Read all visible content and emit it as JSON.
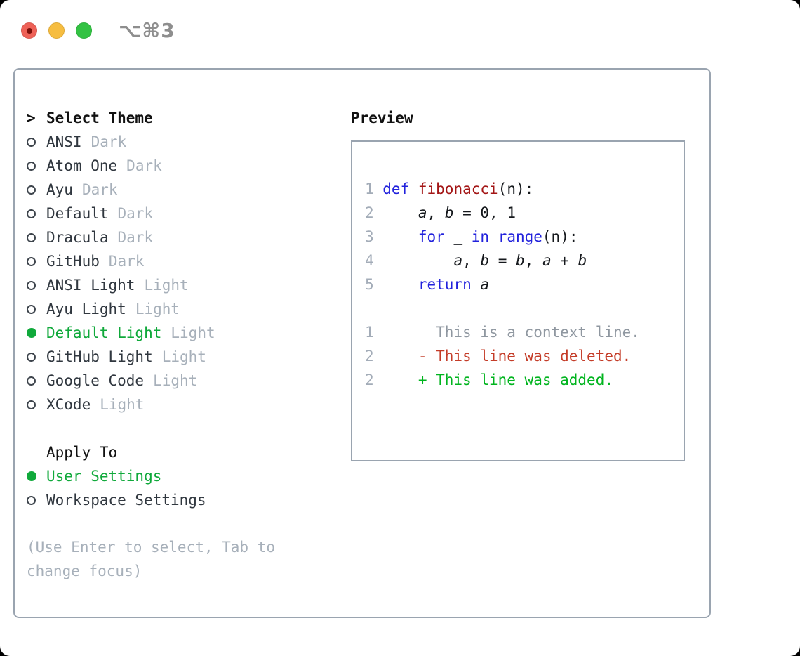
{
  "window": {
    "title": "⌥⌘3"
  },
  "theme_panel": {
    "header_marker": ">",
    "header": "Select Theme",
    "items": [
      {
        "name": "ANSI",
        "variant": "Dark",
        "selected": false
      },
      {
        "name": "Atom One",
        "variant": "Dark",
        "selected": false
      },
      {
        "name": "Ayu",
        "variant": "Dark",
        "selected": false
      },
      {
        "name": "Default",
        "variant": "Dark",
        "selected": false
      },
      {
        "name": "Dracula",
        "variant": "Dark",
        "selected": false
      },
      {
        "name": "GitHub",
        "variant": "Dark",
        "selected": false
      },
      {
        "name": "ANSI Light",
        "variant": "Light",
        "selected": false
      },
      {
        "name": "Ayu Light",
        "variant": "Light",
        "selected": false
      },
      {
        "name": "Default Light",
        "variant": "Light",
        "selected": true
      },
      {
        "name": "GitHub Light",
        "variant": "Light",
        "selected": false
      },
      {
        "name": "Google Code",
        "variant": "Light",
        "selected": false
      },
      {
        "name": "XCode",
        "variant": "Light",
        "selected": false
      }
    ],
    "apply_to": {
      "header": "Apply To",
      "options": [
        {
          "name": "User Settings",
          "selected": true
        },
        {
          "name": "Workspace Settings",
          "selected": false
        }
      ]
    },
    "help": "(Use Enter to select, Tab to change focus)"
  },
  "preview": {
    "header": "Preview",
    "code_lines": [
      {
        "num": "1",
        "tokens": [
          {
            "text": "def",
            "style": "keyword"
          },
          {
            "text": " ",
            "style": "plain"
          },
          {
            "text": "fibonacci",
            "style": "function"
          },
          {
            "text": "(n):",
            "style": "plain"
          }
        ]
      },
      {
        "num": "2",
        "tokens": [
          {
            "text": "    ",
            "style": "plain"
          },
          {
            "text": "a",
            "style": "variable"
          },
          {
            "text": ", ",
            "style": "plain"
          },
          {
            "text": "b",
            "style": "variable"
          },
          {
            "text": " = 0, 1",
            "style": "plain"
          }
        ]
      },
      {
        "num": "3",
        "tokens": [
          {
            "text": "    ",
            "style": "plain"
          },
          {
            "text": "for",
            "style": "keyword"
          },
          {
            "text": " _ ",
            "style": "plain"
          },
          {
            "text": "in",
            "style": "keyword"
          },
          {
            "text": " ",
            "style": "plain"
          },
          {
            "text": "range",
            "style": "keyword"
          },
          {
            "text": "(n):",
            "style": "plain"
          }
        ]
      },
      {
        "num": "4",
        "tokens": [
          {
            "text": "        ",
            "style": "plain"
          },
          {
            "text": "a",
            "style": "variable"
          },
          {
            "text": ", ",
            "style": "plain"
          },
          {
            "text": "b",
            "style": "variable"
          },
          {
            "text": " = ",
            "style": "plain"
          },
          {
            "text": "b",
            "style": "variable"
          },
          {
            "text": ", ",
            "style": "plain"
          },
          {
            "text": "a",
            "style": "variable"
          },
          {
            "text": " + ",
            "style": "plain"
          },
          {
            "text": "b",
            "style": "variable"
          }
        ]
      },
      {
        "num": "5",
        "tokens": [
          {
            "text": "    ",
            "style": "plain"
          },
          {
            "text": "return",
            "style": "keyword"
          },
          {
            "text": " ",
            "style": "plain"
          },
          {
            "text": "a",
            "style": "variable"
          }
        ]
      }
    ],
    "diff_lines": [
      {
        "num": "1",
        "marker": "",
        "text": "This is a context line.",
        "style": "context"
      },
      {
        "num": "2",
        "marker": "-",
        "text": "This line was deleted.",
        "style": "deleted"
      },
      {
        "num": "2",
        "marker": "+",
        "text": "This line was added.",
        "style": "added"
      }
    ]
  },
  "colors": {
    "accent-green": "#10a93b",
    "added-green": "#00b41e",
    "deleted-red": "#c43c28",
    "keyword-blue": "#2121dc",
    "function-red": "#a31515",
    "context-gray": "#8f97a0",
    "muted-gray": "#a7b0ba",
    "line-number-gray": "#a3acb8",
    "border-gray": "#9aa4b0",
    "traffic-red": "#ee6157",
    "traffic-yellow": "#f6bd40",
    "traffic-green": "#33c243"
  }
}
